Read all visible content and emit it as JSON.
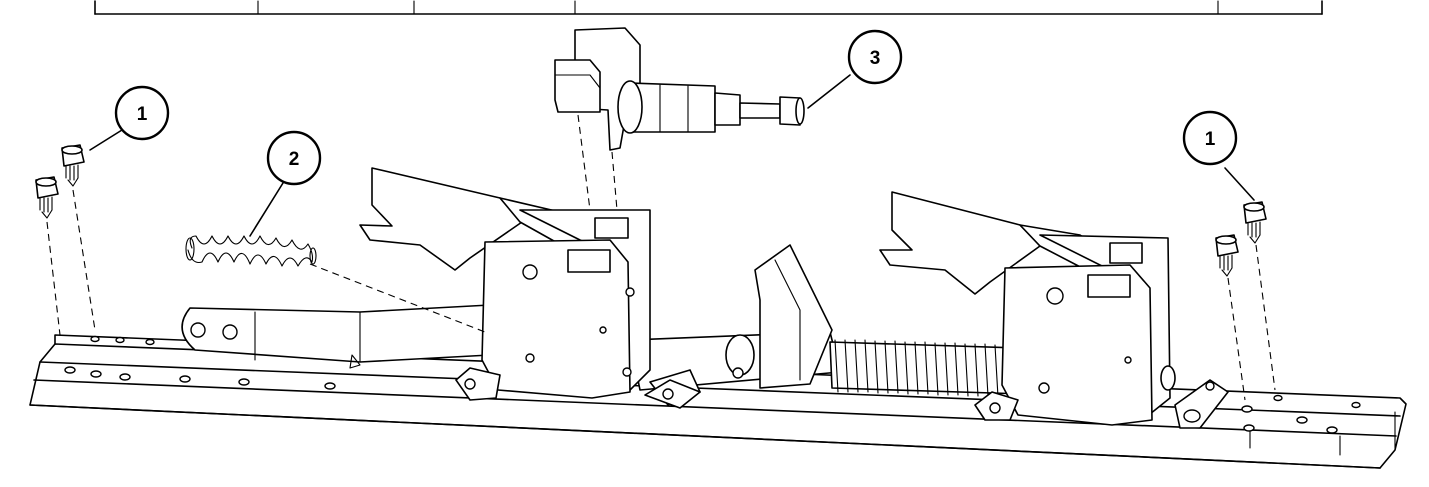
{
  "diagram": {
    "callouts": [
      {
        "id": "left-screw",
        "label": "1"
      },
      {
        "id": "spring",
        "label": "2"
      },
      {
        "id": "actuator",
        "label": "3"
      },
      {
        "id": "right-screw",
        "label": "1"
      }
    ]
  },
  "colors": {
    "line": "#000000",
    "background": "#ffffff"
  }
}
